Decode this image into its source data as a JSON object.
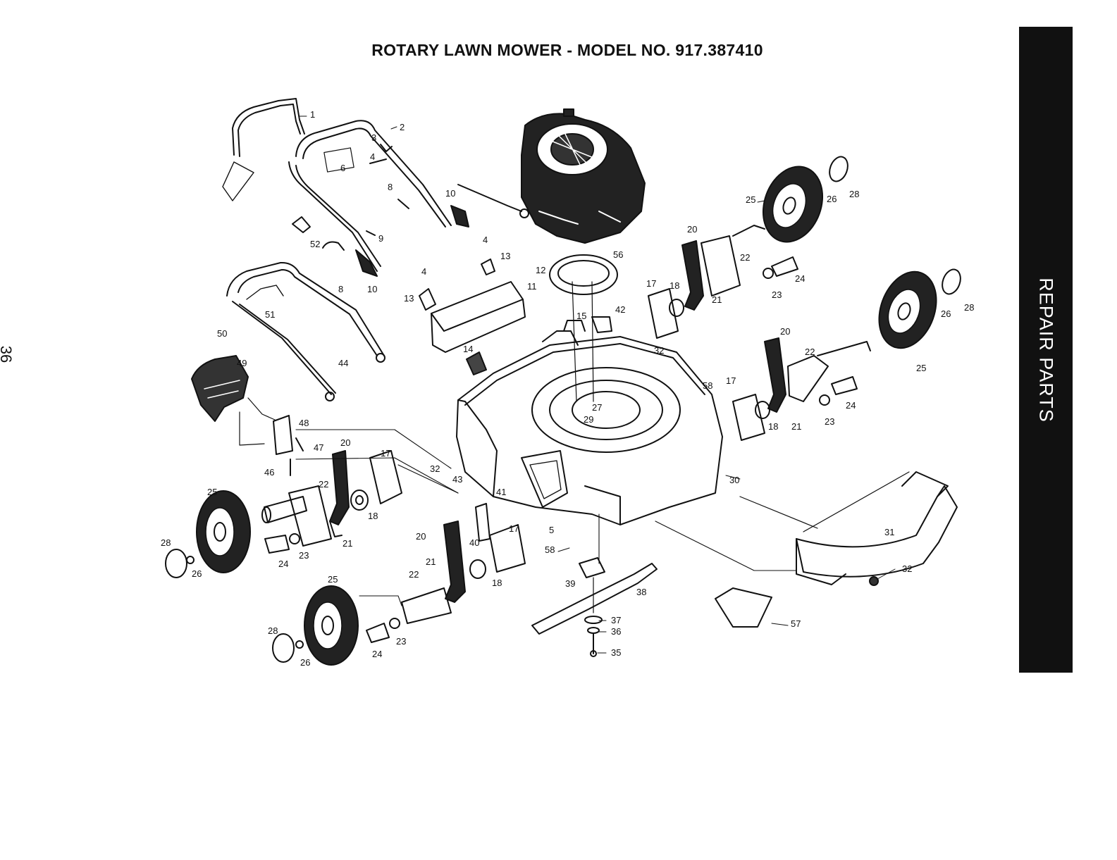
{
  "title": "ROTARY LAWN MOWER - MODEL NO. 917.387410",
  "page_number": "36",
  "side_tab": "REPAIR PARTS",
  "callouts": [
    {
      "id": "c1",
      "label": "1"
    },
    {
      "id": "c2",
      "label": "2"
    },
    {
      "id": "c3",
      "label": "3"
    },
    {
      "id": "c4a",
      "label": "4"
    },
    {
      "id": "c6",
      "label": "6"
    },
    {
      "id": "c8a",
      "label": "8"
    },
    {
      "id": "c10a",
      "label": "10"
    },
    {
      "id": "c9",
      "label": "9"
    },
    {
      "id": "c52",
      "label": "52"
    },
    {
      "id": "c10b",
      "label": "10"
    },
    {
      "id": "c4b",
      "label": "4"
    },
    {
      "id": "c13a",
      "label": "13"
    },
    {
      "id": "c4c",
      "label": "4"
    },
    {
      "id": "c13b",
      "label": "13"
    },
    {
      "id": "c11",
      "label": "11"
    },
    {
      "id": "c12",
      "label": "12"
    },
    {
      "id": "c56",
      "label": "56"
    },
    {
      "id": "c8b",
      "label": "8"
    },
    {
      "id": "c51",
      "label": "51"
    },
    {
      "id": "c50",
      "label": "50"
    },
    {
      "id": "c49",
      "label": "49"
    },
    {
      "id": "c44",
      "label": "44"
    },
    {
      "id": "c14",
      "label": "14"
    },
    {
      "id": "c15",
      "label": "15"
    },
    {
      "id": "c42",
      "label": "42"
    },
    {
      "id": "c17a",
      "label": "17"
    },
    {
      "id": "c18a",
      "label": "18"
    },
    {
      "id": "c20a",
      "label": "20"
    },
    {
      "id": "c21a",
      "label": "21"
    },
    {
      "id": "c22a",
      "label": "22"
    },
    {
      "id": "c24a",
      "label": "24"
    },
    {
      "id": "c23a",
      "label": "23"
    },
    {
      "id": "c25a",
      "label": "25"
    },
    {
      "id": "c26a",
      "label": "26"
    },
    {
      "id": "c28a",
      "label": "28"
    },
    {
      "id": "c32a",
      "label": "32"
    },
    {
      "id": "c26b",
      "label": "26"
    },
    {
      "id": "c28b",
      "label": "28"
    },
    {
      "id": "c20b",
      "label": "20"
    },
    {
      "id": "c22b",
      "label": "22"
    },
    {
      "id": "c25b",
      "label": "25"
    },
    {
      "id": "c58a",
      "label": "58"
    },
    {
      "id": "c17b",
      "label": "17"
    },
    {
      "id": "c18b",
      "label": "18"
    },
    {
      "id": "c21b",
      "label": "21"
    },
    {
      "id": "c23b",
      "label": "23"
    },
    {
      "id": "c24b",
      "label": "24"
    },
    {
      "id": "c27",
      "label": "27"
    },
    {
      "id": "c29",
      "label": "29"
    },
    {
      "id": "c48",
      "label": "48"
    },
    {
      "id": "c47",
      "label": "47"
    },
    {
      "id": "c46",
      "label": "46"
    },
    {
      "id": "c20c",
      "label": "20"
    },
    {
      "id": "c17c",
      "label": "17"
    },
    {
      "id": "c32b",
      "label": "32"
    },
    {
      "id": "c43",
      "label": "43"
    },
    {
      "id": "c41",
      "label": "41"
    },
    {
      "id": "c30",
      "label": "30"
    },
    {
      "id": "c25c",
      "label": "25"
    },
    {
      "id": "c22c",
      "label": "22"
    },
    {
      "id": "c18c",
      "label": "18"
    },
    {
      "id": "c21c",
      "label": "21"
    },
    {
      "id": "c24c",
      "label": "24"
    },
    {
      "id": "c23c",
      "label": "23"
    },
    {
      "id": "c28c",
      "label": "28"
    },
    {
      "id": "c26c",
      "label": "26"
    },
    {
      "id": "c20d",
      "label": "20"
    },
    {
      "id": "c40",
      "label": "40"
    },
    {
      "id": "c17d",
      "label": "17"
    },
    {
      "id": "c5",
      "label": "5"
    },
    {
      "id": "c58b",
      "label": "58"
    },
    {
      "id": "c21d",
      "label": "21"
    },
    {
      "id": "c22d",
      "label": "22"
    },
    {
      "id": "c18d",
      "label": "18"
    },
    {
      "id": "c25d",
      "label": "25"
    },
    {
      "id": "c28d",
      "label": "28"
    },
    {
      "id": "c26d",
      "label": "26"
    },
    {
      "id": "c24d",
      "label": "24"
    },
    {
      "id": "c23d",
      "label": "23"
    },
    {
      "id": "c39",
      "label": "39"
    },
    {
      "id": "c38",
      "label": "38"
    },
    {
      "id": "c37",
      "label": "37"
    },
    {
      "id": "c36",
      "label": "36"
    },
    {
      "id": "c35",
      "label": "35"
    },
    {
      "id": "c31",
      "label": "31"
    },
    {
      "id": "c32c",
      "label": "32"
    },
    {
      "id": "c57",
      "label": "57"
    }
  ]
}
